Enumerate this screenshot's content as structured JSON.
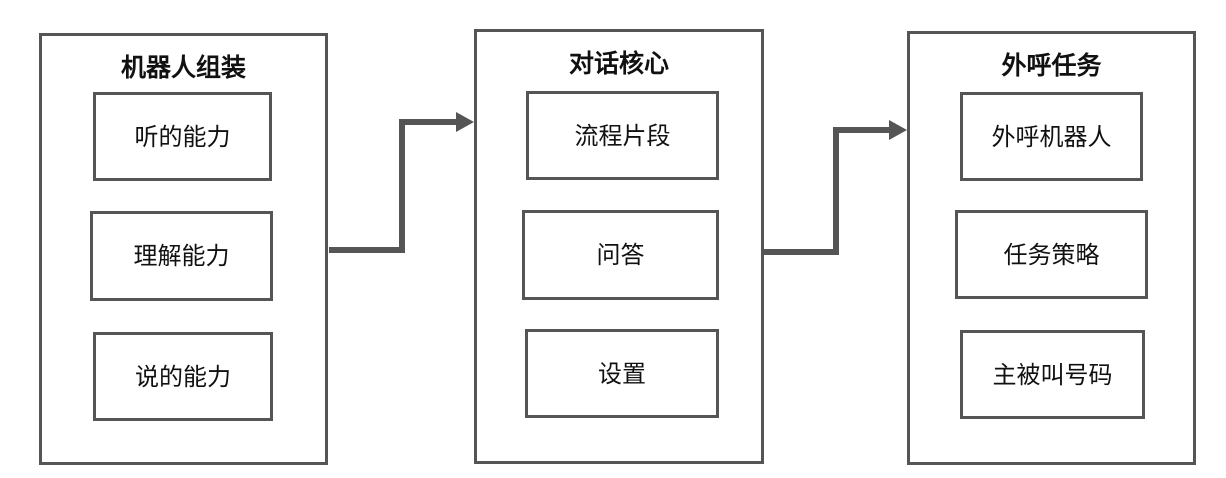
{
  "panels": [
    {
      "title": "机器人组装",
      "items": [
        "听的能力",
        "理解能力",
        "说的能力"
      ]
    },
    {
      "title": "对话核心",
      "items": [
        "流程片段",
        "问答",
        "设置"
      ]
    },
    {
      "title": "外呼任务",
      "items": [
        "外呼机器人",
        "任务策略",
        "主被叫号码"
      ]
    }
  ],
  "colors": {
    "border": "#555555",
    "connector": "#555555"
  }
}
